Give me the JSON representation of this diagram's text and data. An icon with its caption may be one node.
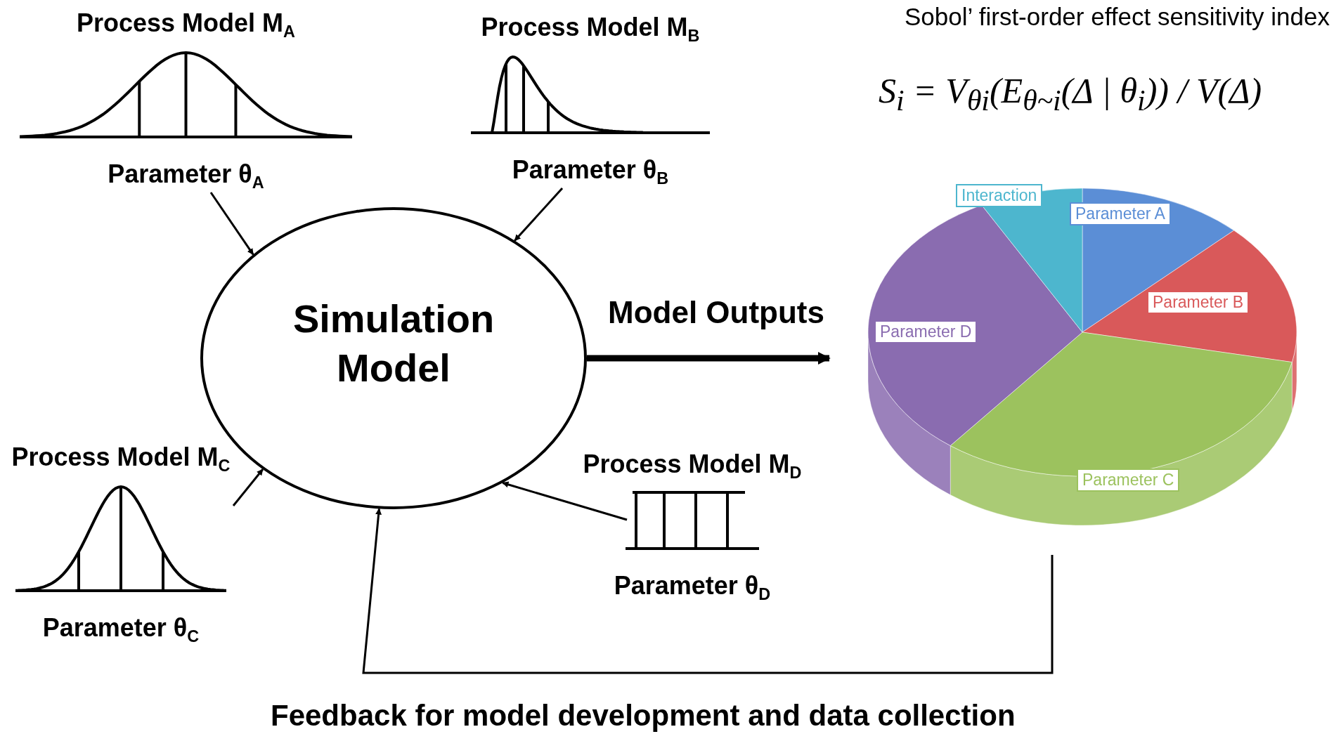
{
  "diagram": {
    "nodes": [
      {
        "text": [
          "Process Model M$_{A}$",
          "Parameter θ$_{A}$"
        ]
      },
      {
        "text": [
          "Process Model M$_{B}$",
          "Parameter θ$_{B}$"
        ]
      },
      {
        "text": [
          "Simulation Model"
        ]
      },
      {
        "text": [
          "Process Model M$_{C}$",
          "Parameter θ$_{C}$"
        ]
      },
      {
        "text": [
          "Process Model M$_{D}$",
          "Parameter θ$_{D}$"
        ]
      },
      {
        "text": [
          "Sobol’ first-order effect sensitivity index"
        ]
      }
    ],
    "edges": [
      {
        "from": 0,
        "to": 2,
        "arrow": "to"
      },
      {
        "from": 1,
        "to": 2,
        "arrow": "to"
      },
      {
        "from": 3,
        "to": 2,
        "arrow": "to"
      },
      {
        "from": 4,
        "to": 2,
        "arrow": "to"
      },
      {
        "from": 2,
        "to": 5,
        "arrow": "to",
        "label": "Model Outputs",
        "style": "thick"
      },
      {
        "from": 5,
        "to": 2,
        "arrow": "to",
        "label": "Feedback for model development and data collection"
      }
    ],
    "labels": [
      "S$_{i}$ = V$_{θi}$(E$_{θ~i}$(Δ | θ$_{i}$)) / V(Δ)",
      "Interaction",
      "Parameter A",
      "Parameter B",
      "Parameter D",
      "Parameter C"
    ]
  }
}
